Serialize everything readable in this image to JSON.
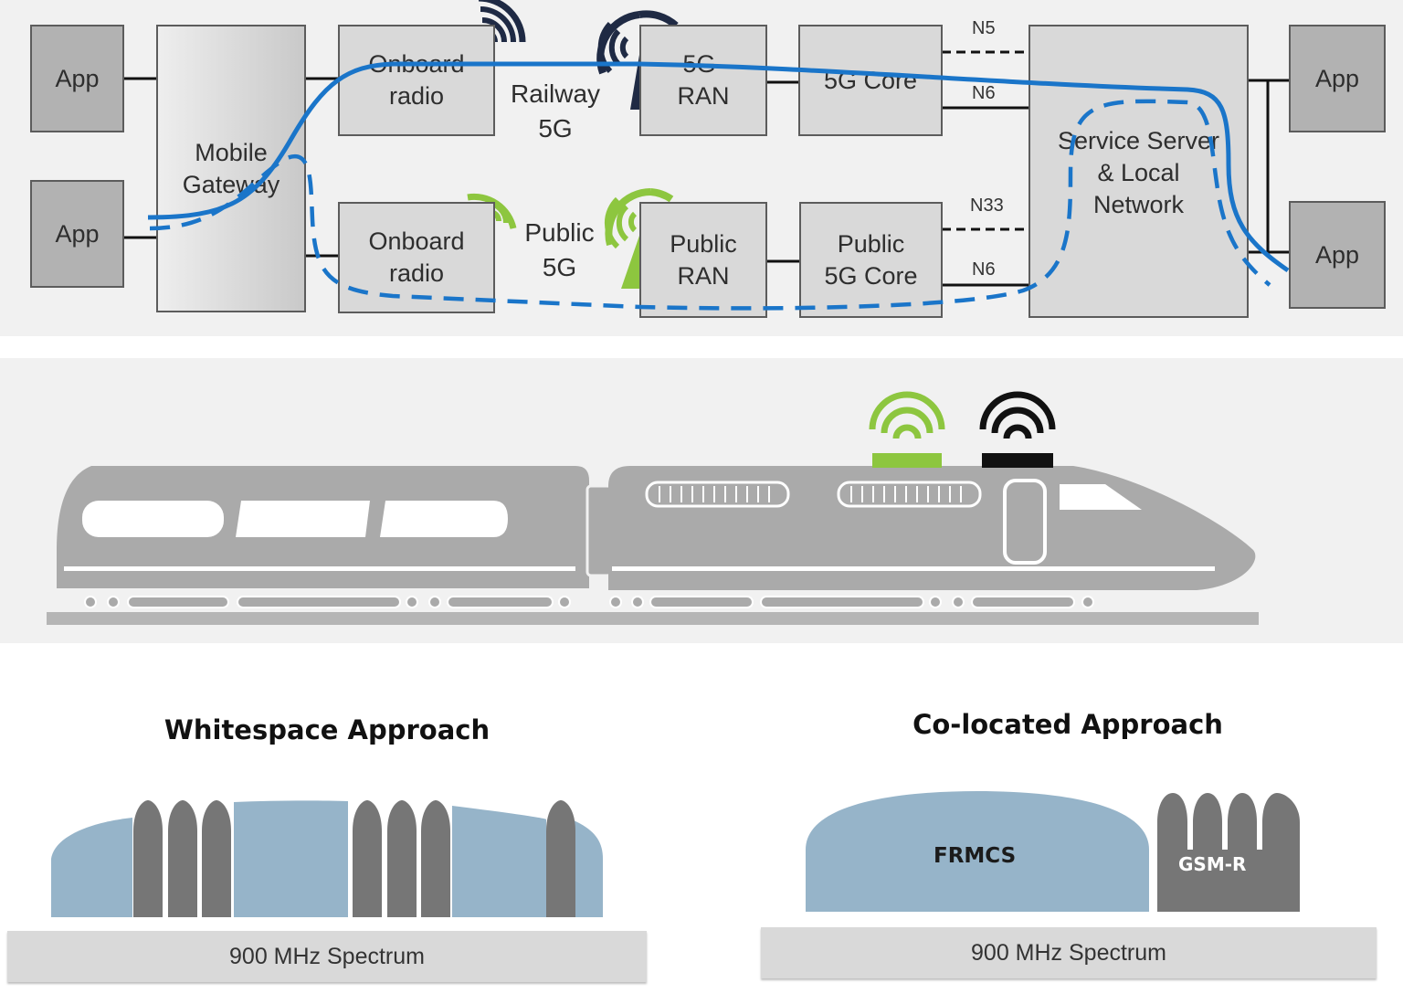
{
  "network": {
    "apps": {
      "left_top": "App",
      "left_bottom": "App",
      "right_top": "App",
      "right_bottom": "App"
    },
    "mobile_gateway": "Mobile\nGateway",
    "railway_path": {
      "onboard_radio": "Onboard\nradio",
      "network_label": "Railway\n5G",
      "ran": "5G-\nRAN",
      "core": "5G Core",
      "interfaces": [
        "N5",
        "N6"
      ]
    },
    "public_path": {
      "onboard_radio": "Onboard\nradio",
      "network_label": "Public\n5G",
      "ran": "Public\nRAN",
      "core": "Public\n5G Core",
      "interfaces": [
        "N33",
        "N6"
      ]
    },
    "service_server": "Service Server\n& Local\nNetwork"
  },
  "train": {
    "antennas": [
      {
        "icon": "wifi-signal-icon",
        "color": "#8dc63f"
      },
      {
        "icon": "wifi-signal-icon",
        "color": "#111111"
      }
    ]
  },
  "approaches": [
    {
      "title": "Whitespace Approach",
      "spectrum_label": "900 MHz Spectrum",
      "band_colors": {
        "frmcs": "#96b4c9",
        "gsm_r": "#767676"
      }
    },
    {
      "title": "Co-located Approach",
      "spectrum_label": "900 MHz Spectrum",
      "bands": [
        "FRMCS",
        "GSM-R"
      ]
    }
  ],
  "colors": {
    "railway_path": "#1a75c9",
    "public_path": "#1a75c9",
    "railway_antenna": "#1f2a44",
    "public_antenna": "#8dc63f",
    "train_body": "#aaaaaa"
  }
}
